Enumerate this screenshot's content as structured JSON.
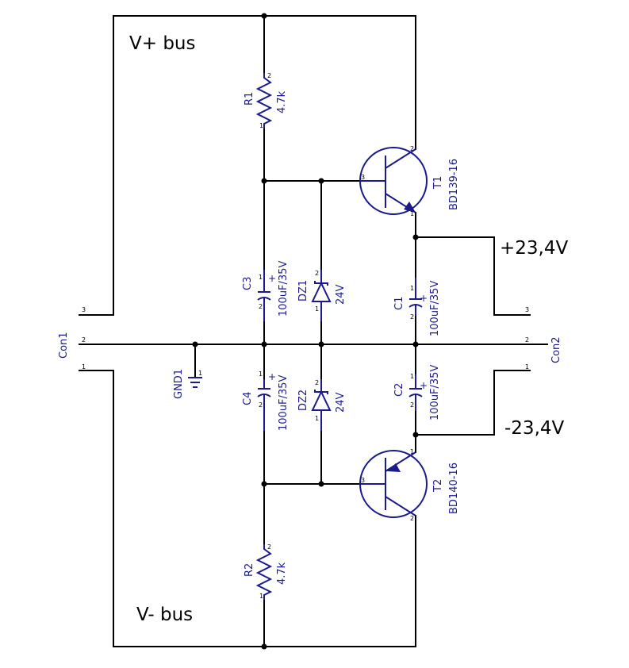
{
  "labels": {
    "vplus_bus": "V+  bus",
    "vminus_bus": "V-  bus",
    "out_pos": "+23,4V",
    "out_neg": "-23,4V"
  },
  "components": {
    "r1": {
      "ref": "R1",
      "value": "4.7k"
    },
    "r2": {
      "ref": "R2",
      "value": "4.7k"
    },
    "t1": {
      "ref": "T1",
      "value": "BD139-16"
    },
    "t2": {
      "ref": "T2",
      "value": "BD140-16"
    },
    "c1": {
      "ref": "C1",
      "value": "100uF/35V"
    },
    "c2": {
      "ref": "C2",
      "value": "100uF/35V"
    },
    "c3": {
      "ref": "C3",
      "value": "100uF/35V"
    },
    "c4": {
      "ref": "C4",
      "value": "100uF/35V"
    },
    "dz1": {
      "ref": "DZ1",
      "value": "24V"
    },
    "dz2": {
      "ref": "DZ2",
      "value": "24V"
    },
    "gnd1": {
      "ref": "GND1"
    },
    "con1": {
      "ref": "Con1"
    },
    "con2": {
      "ref": "Con2"
    }
  },
  "pins": {
    "one": "1",
    "two": "2",
    "three": "3",
    "plus": "+"
  },
  "colors": {
    "wire": "#000000",
    "symbol": "#1a1a8c"
  }
}
